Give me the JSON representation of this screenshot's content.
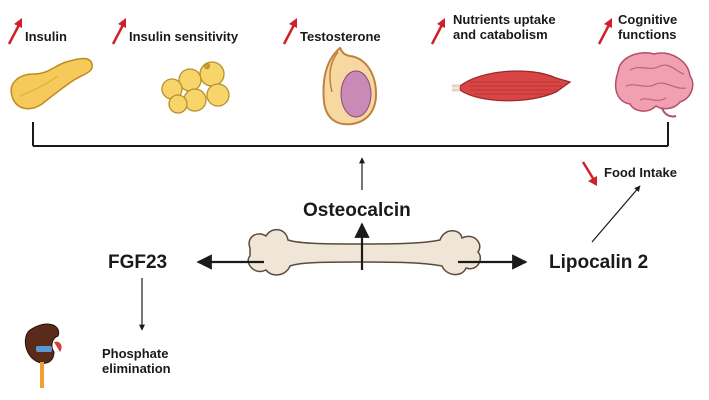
{
  "effects": [
    {
      "label": "Insulin",
      "direction": "up",
      "organ": "pancreas-icon"
    },
    {
      "label": "Insulin sensitivity",
      "direction": "up",
      "organ": "fat-cells-icon"
    },
    {
      "label": "Testosterone",
      "direction": "up",
      "organ": "testis-icon"
    },
    {
      "label": "Nutrients uptake\nand catabolism",
      "direction": "up",
      "organ": "muscle-icon"
    },
    {
      "label": "Cognitive\nfunctions",
      "direction": "up",
      "organ": "brain-icon"
    }
  ],
  "center": {
    "label": "Osteocalcin",
    "organ": "bone-icon"
  },
  "left": {
    "label": "FGF23",
    "effect": "Phosphate\nelimination",
    "organ": "kidney-icon"
  },
  "right": {
    "label": "Lipocalin 2",
    "effect": {
      "label": "Food Intake",
      "direction": "down"
    }
  },
  "colors": {
    "up_arrow": "#d0202a",
    "down_arrow": "#d0202a",
    "bone": "#efe6d8",
    "pancreas": "#f5c95a",
    "fat": "#f8d56a",
    "muscle": "#d94545",
    "brain": "#f0a0b0",
    "kidney": "#5a2a1a",
    "line": "#1a1a1a"
  }
}
